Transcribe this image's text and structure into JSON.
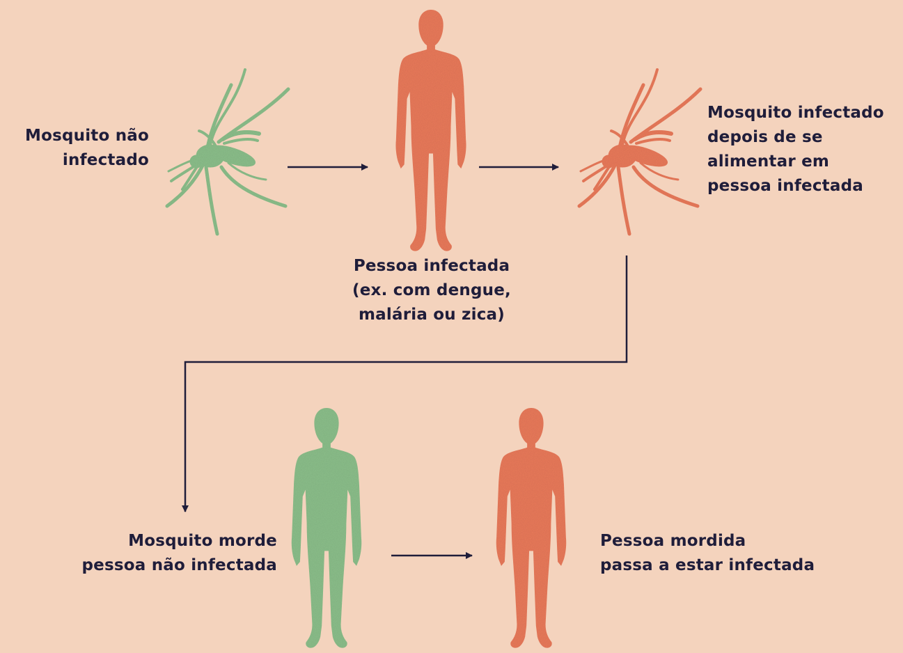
{
  "labels": {
    "uninfected_mosquito": "Mosquito não\ninfectado",
    "infected_person": "Pessoa infectada\n(ex. com dengue,\nmalária ou zica)",
    "infected_mosquito": "Mosquito infectado\ndepois de se\nalimentar em\npessoa infectada",
    "mosquito_bites": "Mosquito morde\npessoa não infectada",
    "bitten_person": "Pessoa mordida\npassa a estar infectada"
  },
  "colors": {
    "background": "#f4d3bd",
    "healthy_green": "#8cbf8b",
    "infected_orange": "#ea7a5c",
    "arrow_navy": "#1f1d3a"
  },
  "icons": {
    "mosquito": "mosquito-icon",
    "person": "person-icon"
  }
}
